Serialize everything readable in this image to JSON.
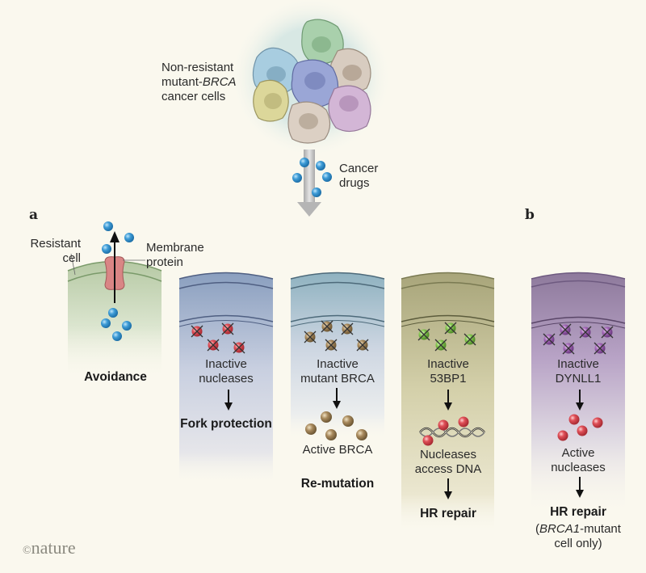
{
  "header": {
    "cells_label_line1": "Non-resistant",
    "cells_label_line2_prefix": "mutant-",
    "cells_label_line2_italic": "BRCA",
    "cells_label_line3": "cancer cells",
    "drugs_label_line1": "Cancer",
    "drugs_label_line2": "drugs"
  },
  "panels": {
    "a": "a",
    "b": "b"
  },
  "avoidance": {
    "resistant_line1": "Resistant",
    "resistant_line2": "cell",
    "membrane_line1": "Membrane",
    "membrane_line2": "protein",
    "outcome": "Avoidance"
  },
  "fork": {
    "line1": "Inactive",
    "line2": "nucleases",
    "outcome": "Fork protection"
  },
  "remutation": {
    "line1": "Inactive",
    "line2": "mutant BRCA",
    "active": "Active BRCA",
    "outcome": "Re-mutation"
  },
  "bp53": {
    "line1": "Inactive",
    "line2": "53BP1",
    "mid1": "Nucleases",
    "mid2": "access DNA",
    "outcome": "HR repair"
  },
  "dynll1": {
    "line1": "Inactive",
    "line2": "DYNLL1",
    "mid1": "Active",
    "mid2": "nucleases",
    "outcome": "HR repair",
    "note_open": "(",
    "note_italic": "BRCA1",
    "note_rest": "-mutant",
    "note_line2": "cell only)"
  },
  "footer": {
    "copyright": "©",
    "brand": "nature"
  },
  "colors": {
    "background": "#faf8ee",
    "drug_blue": "#3d9bd6",
    "nuclease_red": "#d9464f",
    "brca_brown": "#9c8359",
    "bp53_green": "#7fc04a",
    "dynll1_purple": "#9b5fae",
    "membrane_protein": "#d98585"
  }
}
